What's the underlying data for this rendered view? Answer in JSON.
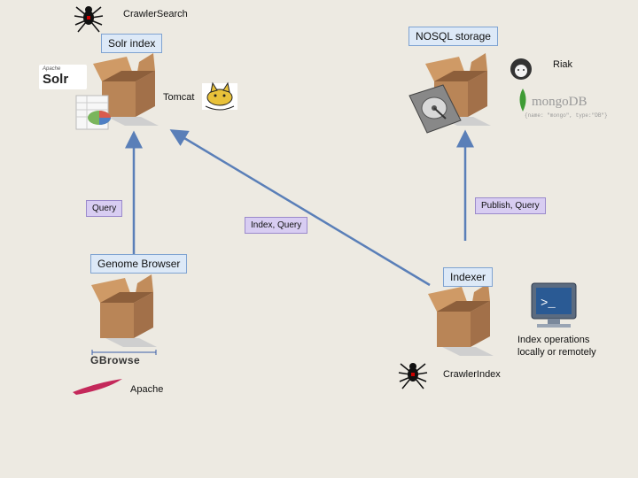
{
  "nodes": {
    "solr_index": "Solr index",
    "nosql_storage": "NOSQL storage",
    "genome_browser": "Genome Browser",
    "indexer": "Indexer"
  },
  "edge_labels": {
    "query": "Query",
    "index_query": "Index, Query",
    "publish_query": "Publish, Query"
  },
  "texts": {
    "crawler_search": "CrawlerSearch",
    "tomcat": "Tomcat",
    "riak": "Riak",
    "apache": "Apache",
    "crawler_index": "CrawlerIndex",
    "index_ops_line1": "Index operations",
    "index_ops_line2": "locally or remotely"
  },
  "logos": {
    "solr_small": "Apache",
    "solr": "Solr",
    "gbrowse": "GBrowse",
    "mongodb": "mongoDB",
    "mongodb_caption": "{name: \"mongo\", type:\"DB\"}"
  },
  "colors": {
    "background": "#edeae2",
    "arrow": "#5a7fb8",
    "box_label_fill": "#dde9f7",
    "edge_label_fill": "#d8cdf2"
  }
}
